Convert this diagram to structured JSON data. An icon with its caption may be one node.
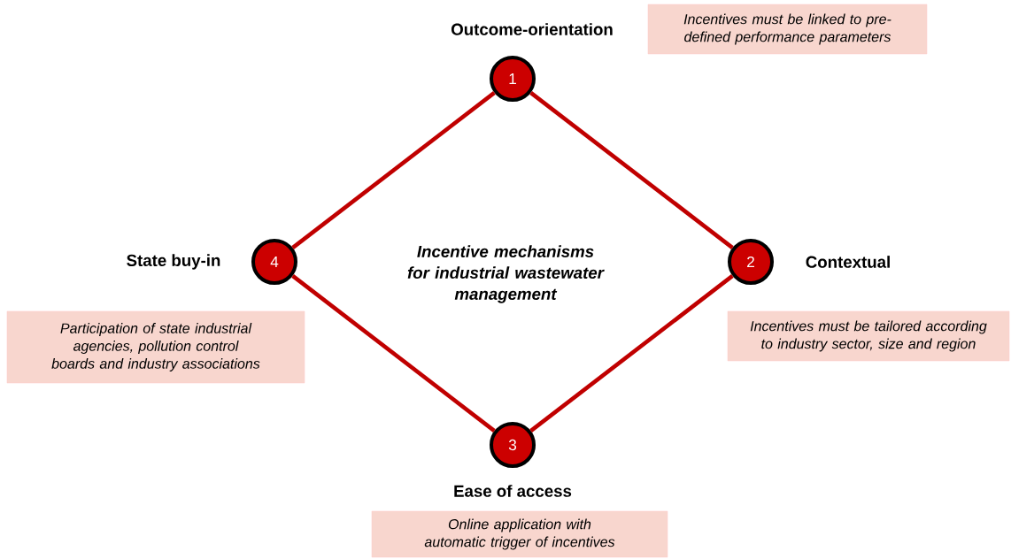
{
  "diagram": {
    "nodes": [
      {
        "text": [
          "1"
        ],
        "beside": [
          "Outcome-orientation"
        ]
      },
      {
        "text": [
          "Incentives must be linked to pre-defined performance parameters"
        ]
      },
      {
        "text": [
          "4"
        ],
        "beside": [
          "State buy-in"
        ]
      },
      {
        "text": [
          "2"
        ],
        "beside": [
          "Contextual"
        ]
      },
      {
        "text": [
          "Participation of state industrial agencies, pollution control boards and industry associations"
        ]
      },
      {
        "text": [
          "Incentives must be tailored according to industry sector, size and region"
        ]
      },
      {
        "text": [
          "3"
        ],
        "beside": [
          "Ease of access"
        ]
      },
      {
        "text": [
          "Online application with automatic trigger of incentives"
        ]
      }
    ],
    "edges": [
      {
        "from": 0,
        "to": 3,
        "arrow": "none"
      },
      {
        "from": 3,
        "to": 6,
        "arrow": "none"
      },
      {
        "from": 6,
        "to": 2,
        "arrow": "none"
      },
      {
        "from": 2,
        "to": 0,
        "arrow": "none"
      }
    ],
    "labels": [
      "Incentive mechanisms for industrial wastewater management"
    ]
  }
}
